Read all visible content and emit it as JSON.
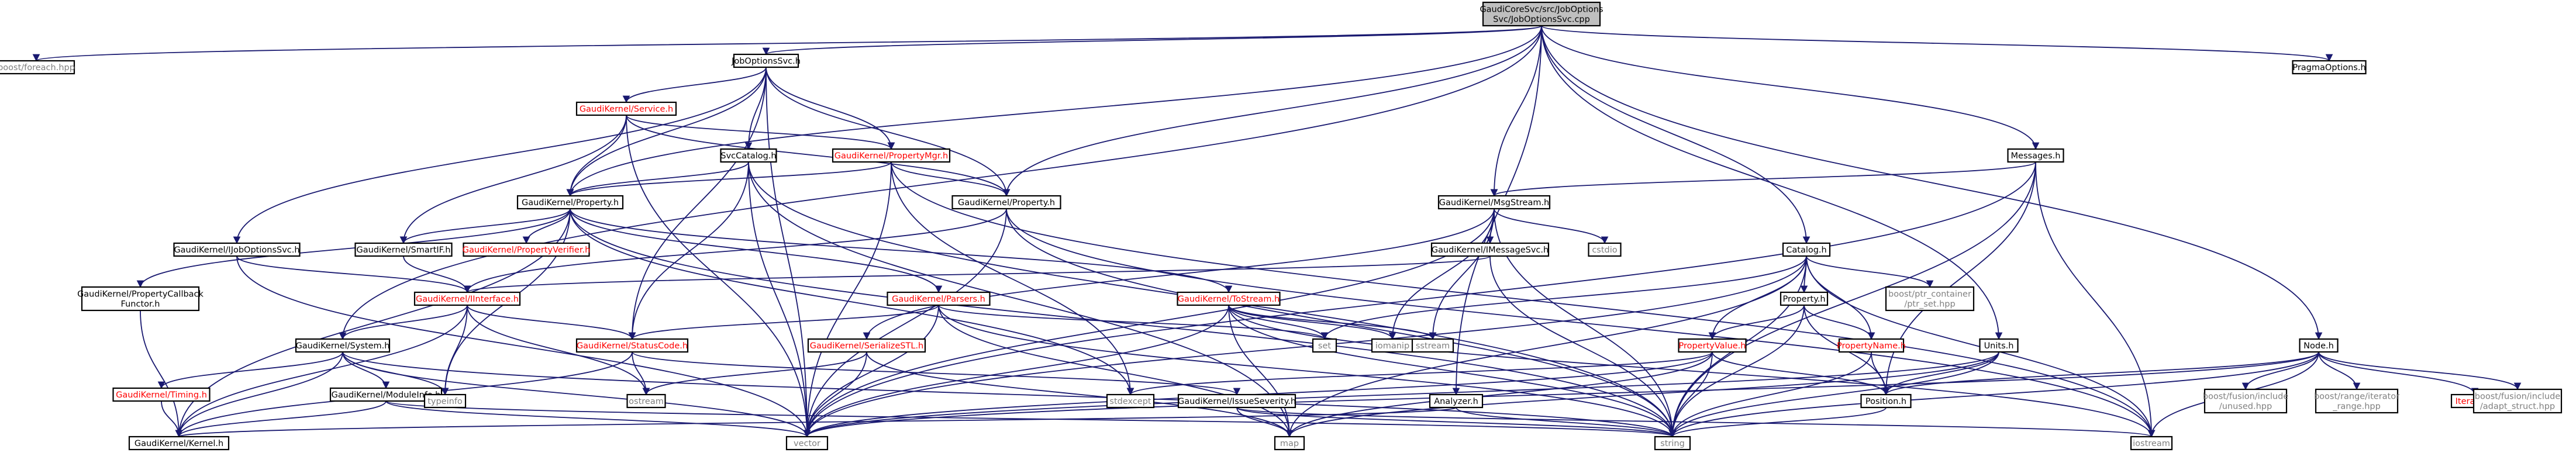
{
  "diagram": {
    "colors": {
      "root_fill": "#bfbfbf",
      "node_fill": "#ffffff",
      "muted_fill": "#ffffff",
      "border": "#000000",
      "edge": "#191970",
      "text": "#000000",
      "link_text": "#ff0000",
      "muted_text": "#7f7f7f"
    },
    "nodes": [
      {
        "id": "root",
        "lines": [
          "GaudiCoreSvc/src/JobOptions",
          "Svc/JobOptionsSvc.cpp"
        ],
        "style": "root"
      },
      {
        "id": "boost_foreach",
        "lines": [
          "boost/foreach.hpp"
        ],
        "style": "muted"
      },
      {
        "id": "jobopt_h",
        "lines": [
          "JobOptionsSvc.h"
        ],
        "style": "normal"
      },
      {
        "id": "pragma",
        "lines": [
          "PragmaOptions.h"
        ],
        "style": "normal"
      },
      {
        "id": "service_h",
        "lines": [
          "GaudiKernel/Service.h"
        ],
        "style": "link"
      },
      {
        "id": "propmgr",
        "lines": [
          "GaudiKernel/PropertyMgr.h"
        ],
        "style": "link"
      },
      {
        "id": "svccatalog",
        "lines": [
          "SvcCatalog.h"
        ],
        "style": "normal"
      },
      {
        "id": "messages",
        "lines": [
          "Messages.h"
        ],
        "style": "normal"
      },
      {
        "id": "gk_property",
        "lines": [
          "GaudiKernel/Property.h"
        ],
        "style": "normal"
      },
      {
        "id": "gk_property2",
        "lines": [
          "GaudiKernel/Property.h"
        ],
        "style": "normal"
      },
      {
        "id": "msgstream",
        "lines": [
          "GaudiKernel/MsgStream.h"
        ],
        "style": "normal"
      },
      {
        "id": "ijoboptsvc",
        "lines": [
          "GaudiKernel/IJobOptionsSvc.h"
        ],
        "style": "normal"
      },
      {
        "id": "smartif",
        "lines": [
          "GaudiKernel/SmartIF.h"
        ],
        "style": "normal"
      },
      {
        "id": "propverifier",
        "lines": [
          "GaudiKernel/PropertyVerifier.h"
        ],
        "style": "link"
      },
      {
        "id": "imessagesvc",
        "lines": [
          "GaudiKernel/IMessageSvc.h"
        ],
        "style": "normal"
      },
      {
        "id": "cstdio",
        "lines": [
          "cstdio"
        ],
        "style": "muted"
      },
      {
        "id": "catalog",
        "lines": [
          "Catalog.h"
        ],
        "style": "normal"
      },
      {
        "id": "propcallback",
        "lines": [
          "GaudiKernel/PropertyCallback",
          "Functor.h"
        ],
        "style": "normal"
      },
      {
        "id": "iinterface",
        "lines": [
          "GaudiKernel/IInterface.h"
        ],
        "style": "link"
      },
      {
        "id": "parsers",
        "lines": [
          "GaudiKernel/Parsers.h"
        ],
        "style": "link"
      },
      {
        "id": "tostream",
        "lines": [
          "GaudiKernel/ToStream.h"
        ],
        "style": "link"
      },
      {
        "id": "property_h",
        "lines": [
          "Property.h"
        ],
        "style": "normal"
      },
      {
        "id": "ptrcontainer",
        "lines": [
          "boost/ptr_container",
          "/ptr_set.hpp"
        ],
        "style": "muted"
      },
      {
        "id": "serializestl",
        "lines": [
          "GaudiKernel/SerializeSTL.h"
        ],
        "style": "link"
      },
      {
        "id": "iomanip",
        "lines": [
          "iomanip"
        ],
        "style": "muted"
      },
      {
        "id": "sstream",
        "lines": [
          "sstream"
        ],
        "style": "muted"
      },
      {
        "id": "set",
        "lines": [
          "set"
        ],
        "style": "muted"
      },
      {
        "id": "isystem",
        "lines": [
          "GaudiKernel/System.h"
        ],
        "style": "normal"
      },
      {
        "id": "statuscode",
        "lines": [
          "GaudiKernel/StatusCode.h"
        ],
        "style": "link"
      },
      {
        "id": "propertyvalue",
        "lines": [
          "PropertyValue.h"
        ],
        "style": "link"
      },
      {
        "id": "propertyname",
        "lines": [
          "PropertyName.h"
        ],
        "style": "link"
      },
      {
        "id": "units",
        "lines": [
          "Units.h"
        ],
        "style": "normal"
      },
      {
        "id": "node_h",
        "lines": [
          "Node.h"
        ],
        "style": "normal"
      },
      {
        "id": "timing",
        "lines": [
          "GaudiKernel/Timing.h"
        ],
        "style": "link"
      },
      {
        "id": "moduleinfo",
        "lines": [
          "GaudiKernel/ModuleInfo.h"
        ],
        "style": "normal"
      },
      {
        "id": "typeinfo",
        "lines": [
          "typeinfo"
        ],
        "style": "muted"
      },
      {
        "id": "ostream",
        "lines": [
          "ostream"
        ],
        "style": "muted"
      },
      {
        "id": "stdexcept",
        "lines": [
          "stdexcept"
        ],
        "style": "muted"
      },
      {
        "id": "issueseverity",
        "lines": [
          "GaudiKernel/IssueSeverity.h"
        ],
        "style": "normal"
      },
      {
        "id": "analyzer",
        "lines": [
          "Analyzer.h"
        ],
        "style": "normal"
      },
      {
        "id": "position",
        "lines": [
          "Position.h"
        ],
        "style": "normal"
      },
      {
        "id": "unused",
        "lines": [
          "boost/fusion/include",
          "/unused.hpp"
        ],
        "style": "muted"
      },
      {
        "id": "iterrange",
        "lines": [
          "boost/range/iterator",
          "_range.hpp"
        ],
        "style": "muted"
      },
      {
        "id": "iterator_h",
        "lines": [
          "Iterator.h"
        ],
        "style": "link"
      },
      {
        "id": "adapt_struct",
        "lines": [
          "boost/fusion/include",
          "/adapt_struct.hpp"
        ],
        "style": "muted"
      },
      {
        "id": "kernel",
        "lines": [
          "GaudiKernel/Kernel.h"
        ],
        "style": "normal"
      },
      {
        "id": "vector",
        "lines": [
          "vector"
        ],
        "style": "muted"
      },
      {
        "id": "map",
        "lines": [
          "map"
        ],
        "style": "muted"
      },
      {
        "id": "string",
        "lines": [
          "string"
        ],
        "style": "muted"
      },
      {
        "id": "iostream",
        "lines": [
          "iostream"
        ],
        "style": "muted"
      }
    ],
    "edges": [
      [
        "root",
        "boost_foreach"
      ],
      [
        "root",
        "jobopt_h"
      ],
      [
        "root",
        "pragma"
      ],
      [
        "root",
        "gk_property2"
      ],
      [
        "root",
        "msgstream"
      ],
      [
        "root",
        "messages"
      ],
      [
        "root",
        "catalog"
      ],
      [
        "root",
        "node_h"
      ],
      [
        "root",
        "units"
      ],
      [
        "root",
        "analyzer"
      ],
      [
        "root",
        "isystem"
      ],
      [
        "root",
        "gk_property"
      ],
      [
        "jobopt_h",
        "service_h"
      ],
      [
        "jobopt_h",
        "propmgr"
      ],
      [
        "jobopt_h",
        "svccatalog"
      ],
      [
        "jobopt_h",
        "gk_property"
      ],
      [
        "jobopt_h",
        "gk_property2"
      ],
      [
        "jobopt_h",
        "ijoboptsvc"
      ],
      [
        "jobopt_h",
        "statuscode"
      ],
      [
        "jobopt_h",
        "vector"
      ],
      [
        "service_h",
        "gk_property"
      ],
      [
        "service_h",
        "propmgr"
      ],
      [
        "service_h",
        "smartif"
      ],
      [
        "service_h",
        "gk_property2"
      ],
      [
        "service_h",
        "vector"
      ],
      [
        "propmgr",
        "gk_property"
      ],
      [
        "propmgr",
        "gk_property2"
      ],
      [
        "propmgr",
        "vector"
      ],
      [
        "propmgr",
        "iostream"
      ],
      [
        "propmgr",
        "stdexcept"
      ],
      [
        "svccatalog",
        "gk_property"
      ],
      [
        "svccatalog",
        "statuscode"
      ],
      [
        "svccatalog",
        "vector"
      ],
      [
        "svccatalog",
        "map"
      ],
      [
        "svccatalog",
        "string"
      ],
      [
        "messages",
        "msgstream"
      ],
      [
        "messages",
        "string"
      ],
      [
        "messages",
        "iostream"
      ],
      [
        "messages",
        "vector"
      ],
      [
        "messages",
        "position"
      ],
      [
        "gk_property2",
        "iinterface"
      ],
      [
        "gk_property2",
        "iostream"
      ],
      [
        "gk_property2",
        "string"
      ],
      [
        "gk_property2",
        "vector"
      ],
      [
        "gk_property",
        "propcallback"
      ],
      [
        "gk_property",
        "smartif"
      ],
      [
        "gk_property",
        "propverifier"
      ],
      [
        "gk_property",
        "parsers"
      ],
      [
        "gk_property",
        "tostream"
      ],
      [
        "gk_property",
        "typeinfo"
      ],
      [
        "gk_property",
        "kernel"
      ],
      [
        "gk_property",
        "stdexcept"
      ],
      [
        "gk_property",
        "string"
      ],
      [
        "msgstream",
        "imessagesvc"
      ],
      [
        "msgstream",
        "serializestl"
      ],
      [
        "msgstream",
        "cstdio"
      ],
      [
        "msgstream",
        "iomanip"
      ],
      [
        "msgstream",
        "sstream"
      ],
      [
        "msgstream",
        "string"
      ],
      [
        "msgstream",
        "vector"
      ],
      [
        "ijoboptsvc",
        "iinterface"
      ],
      [
        "ijoboptsvc",
        "vector"
      ],
      [
        "smartif",
        "iinterface"
      ],
      [
        "imessagesvc",
        "iinterface"
      ],
      [
        "imessagesvc",
        "string"
      ],
      [
        "catalog",
        "property_h"
      ],
      [
        "catalog",
        "ptrcontainer"
      ],
      [
        "catalog",
        "propertyvalue"
      ],
      [
        "catalog",
        "propertyname"
      ],
      [
        "catalog",
        "set"
      ],
      [
        "catalog",
        "vector"
      ],
      [
        "catalog",
        "map"
      ],
      [
        "catalog",
        "string"
      ],
      [
        "catalog",
        "iostream"
      ],
      [
        "propcallback",
        "kernel"
      ],
      [
        "iinterface",
        "isystem"
      ],
      [
        "iinterface",
        "statuscode"
      ],
      [
        "iinterface",
        "kernel"
      ],
      [
        "iinterface",
        "typeinfo"
      ],
      [
        "iinterface",
        "ostream"
      ],
      [
        "parsers",
        "statuscode"
      ],
      [
        "parsers",
        "set"
      ],
      [
        "parsers",
        "vector"
      ],
      [
        "parsers",
        "map"
      ],
      [
        "parsers",
        "string"
      ],
      [
        "tostream",
        "set"
      ],
      [
        "tostream",
        "iomanip"
      ],
      [
        "tostream",
        "sstream"
      ],
      [
        "tostream",
        "map"
      ],
      [
        "tostream",
        "vector"
      ],
      [
        "tostream",
        "string"
      ],
      [
        "tostream",
        "iostream"
      ],
      [
        "property_h",
        "propertyvalue"
      ],
      [
        "property_h",
        "propertyname"
      ],
      [
        "property_h",
        "position"
      ],
      [
        "property_h",
        "string"
      ],
      [
        "serializestl",
        "ostream"
      ],
      [
        "serializestl",
        "vector"
      ],
      [
        "serializestl",
        "map"
      ],
      [
        "isystem",
        "timing"
      ],
      [
        "isystem",
        "moduleinfo"
      ],
      [
        "isystem",
        "kernel"
      ],
      [
        "isystem",
        "typeinfo"
      ],
      [
        "isystem",
        "vector"
      ],
      [
        "isystem",
        "string"
      ],
      [
        "statuscode",
        "ostream"
      ],
      [
        "statuscode",
        "issueseverity"
      ],
      [
        "statuscode",
        "kernel"
      ],
      [
        "propertyvalue",
        "position"
      ],
      [
        "propertyvalue",
        "string"
      ],
      [
        "propertyvalue",
        "vector"
      ],
      [
        "propertyvalue",
        "map"
      ],
      [
        "propertyvalue",
        "stdexcept"
      ],
      [
        "propertyname",
        "position"
      ],
      [
        "propertyname",
        "string"
      ],
      [
        "units",
        "position"
      ],
      [
        "units",
        "string"
      ],
      [
        "units",
        "map"
      ],
      [
        "units",
        "vector"
      ],
      [
        "node_h",
        "position"
      ],
      [
        "node_h",
        "string"
      ],
      [
        "node_h",
        "unused"
      ],
      [
        "node_h",
        "iterrange"
      ],
      [
        "node_h",
        "iterator_h"
      ],
      [
        "node_h",
        "adapt_struct"
      ],
      [
        "node_h",
        "iostream"
      ],
      [
        "node_h",
        "vector"
      ],
      [
        "timing",
        "kernel"
      ],
      [
        "moduleinfo",
        "kernel"
      ],
      [
        "moduleinfo",
        "string"
      ],
      [
        "moduleinfo",
        "vector"
      ],
      [
        "issueseverity",
        "map"
      ],
      [
        "issueseverity",
        "string"
      ],
      [
        "issueseverity",
        "iostream"
      ],
      [
        "analyzer",
        "kernel"
      ],
      [
        "analyzer",
        "string"
      ],
      [
        "position",
        "string"
      ]
    ]
  }
}
